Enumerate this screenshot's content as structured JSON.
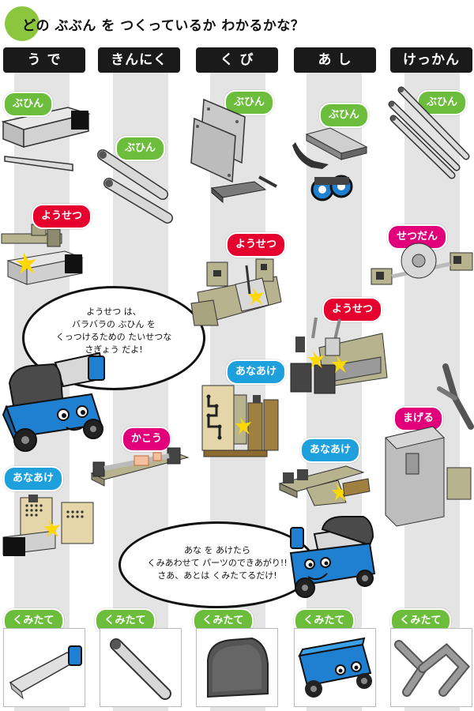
{
  "title": "どの ぶぶん を つくっているか わかるかな？",
  "columns": [
    {
      "label": "う で"
    },
    {
      "label": "きんにく"
    },
    {
      "label": "く び"
    },
    {
      "label": "あ し"
    },
    {
      "label": "けっかん"
    }
  ],
  "steps": {
    "buhin": "ぶひん",
    "yousetsu": "ようせつ",
    "setsudan": "せつだん",
    "anaake": "あなあけ",
    "kakou": "かこう",
    "mageru": "まげる",
    "kumitate": "くみたて"
  },
  "speech": {
    "welding": [
      "ようせつ は、",
      "バラバラの ぶひん を",
      "くっつけるための たいせつな",
      "さぎょう だよ!"
    ],
    "assembly": [
      "あな を あけたら",
      "くみあわせて パーツのできあがり!!",
      "さあ、あとは くみたてるだけ!"
    ]
  },
  "colors": {
    "green": "#6cbd3c",
    "red": "#e6002d",
    "blue": "#1ea0dc",
    "pink": "#e2007a",
    "stripe": "#e4e4e4",
    "header": "#1a1a1a",
    "robot_blue": "#1f7fd1",
    "machine": "#b7b38e"
  }
}
